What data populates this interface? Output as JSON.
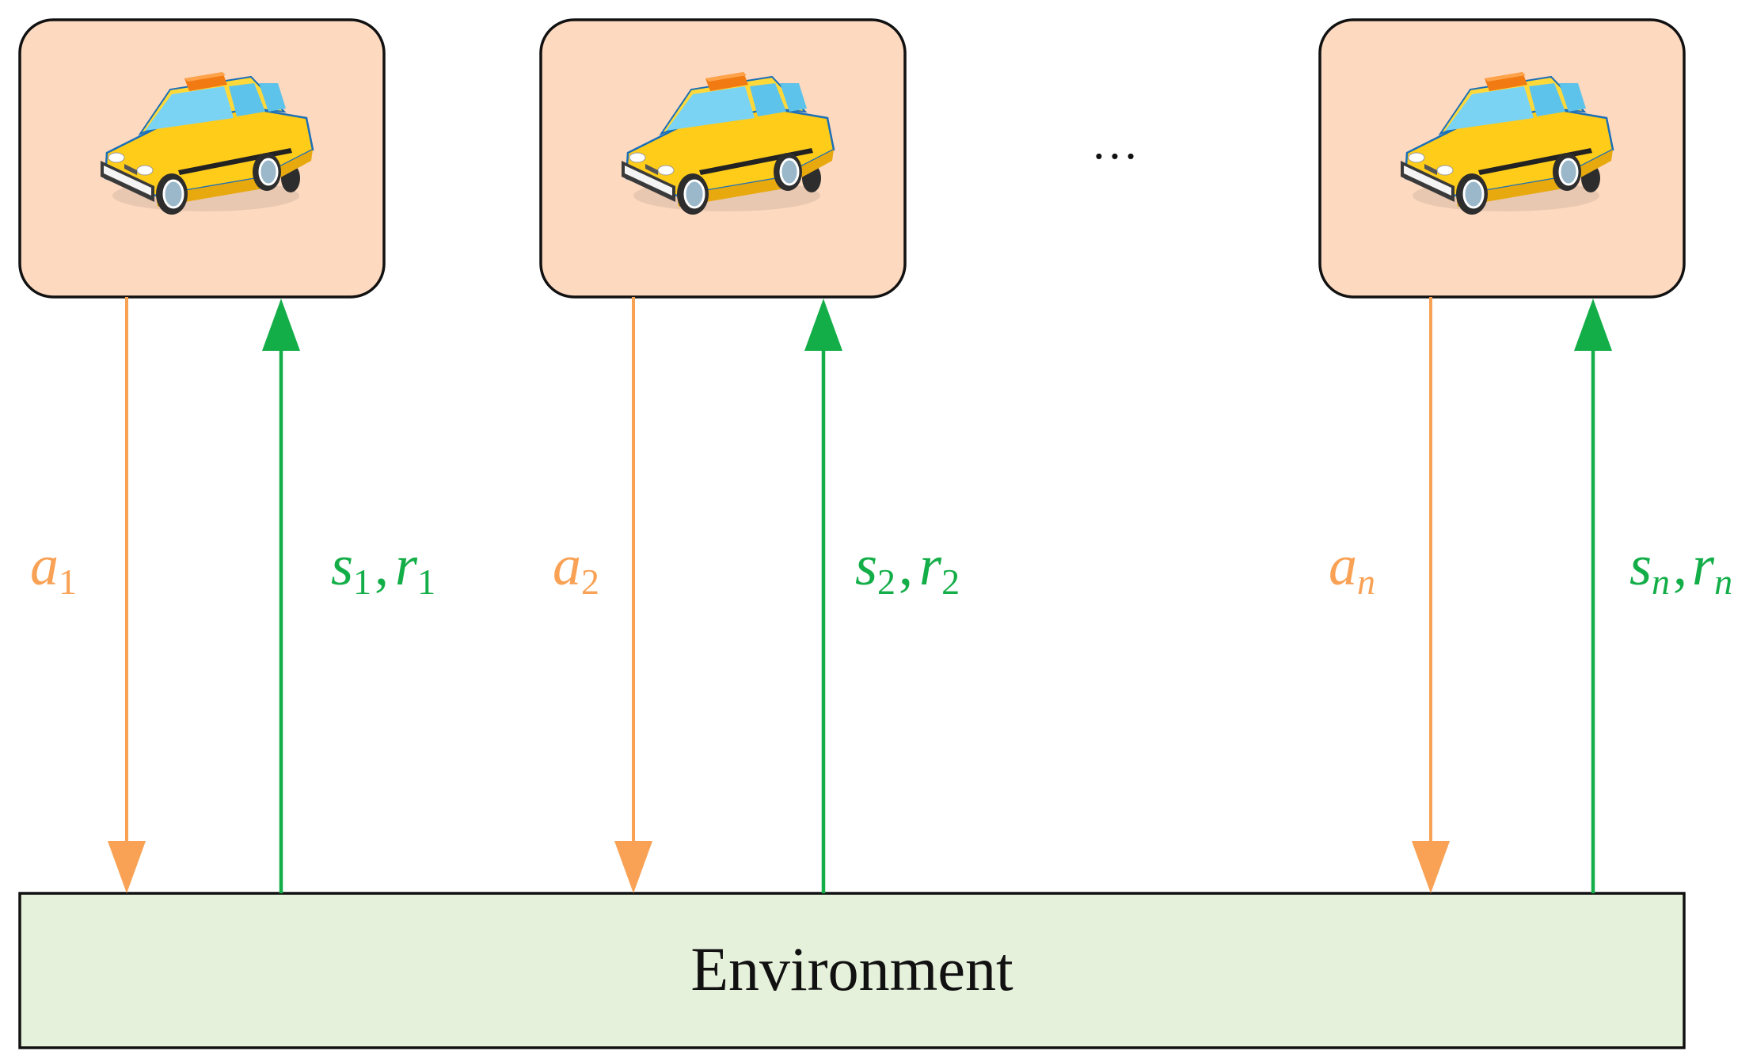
{
  "agents": [
    {
      "icon": "taxi-car-icon",
      "action": {
        "sym": "a",
        "sub": "1"
      },
      "obs": {
        "s": "s",
        "s_sub": "1",
        "sep": ",",
        "r": "r",
        "r_sub": "1"
      }
    },
    {
      "icon": "taxi-car-icon",
      "action": {
        "sym": "a",
        "sub": "2"
      },
      "obs": {
        "s": "s",
        "s_sub": "2",
        "sep": ",",
        "r": "r",
        "r_sub": "2"
      }
    },
    {
      "icon": "taxi-car-icon",
      "action": {
        "sym": "a",
        "sub": "n"
      },
      "obs": {
        "s": "s",
        "s_sub": "n",
        "sep": ",",
        "r": "r",
        "r_sub": "n"
      }
    }
  ],
  "ellipsis": "…",
  "environment": {
    "label": "Environment"
  },
  "colors": {
    "agent_fill": "#FDD9C0",
    "environment_fill": "#E6F1DC",
    "action_arrow": "#F9A154",
    "observation_arrow": "#14AE49",
    "outline": "#111111",
    "taxi_body": "#FFCC1A",
    "taxi_window": "#7AD3F2",
    "taxi_sign": "#F27A12"
  }
}
